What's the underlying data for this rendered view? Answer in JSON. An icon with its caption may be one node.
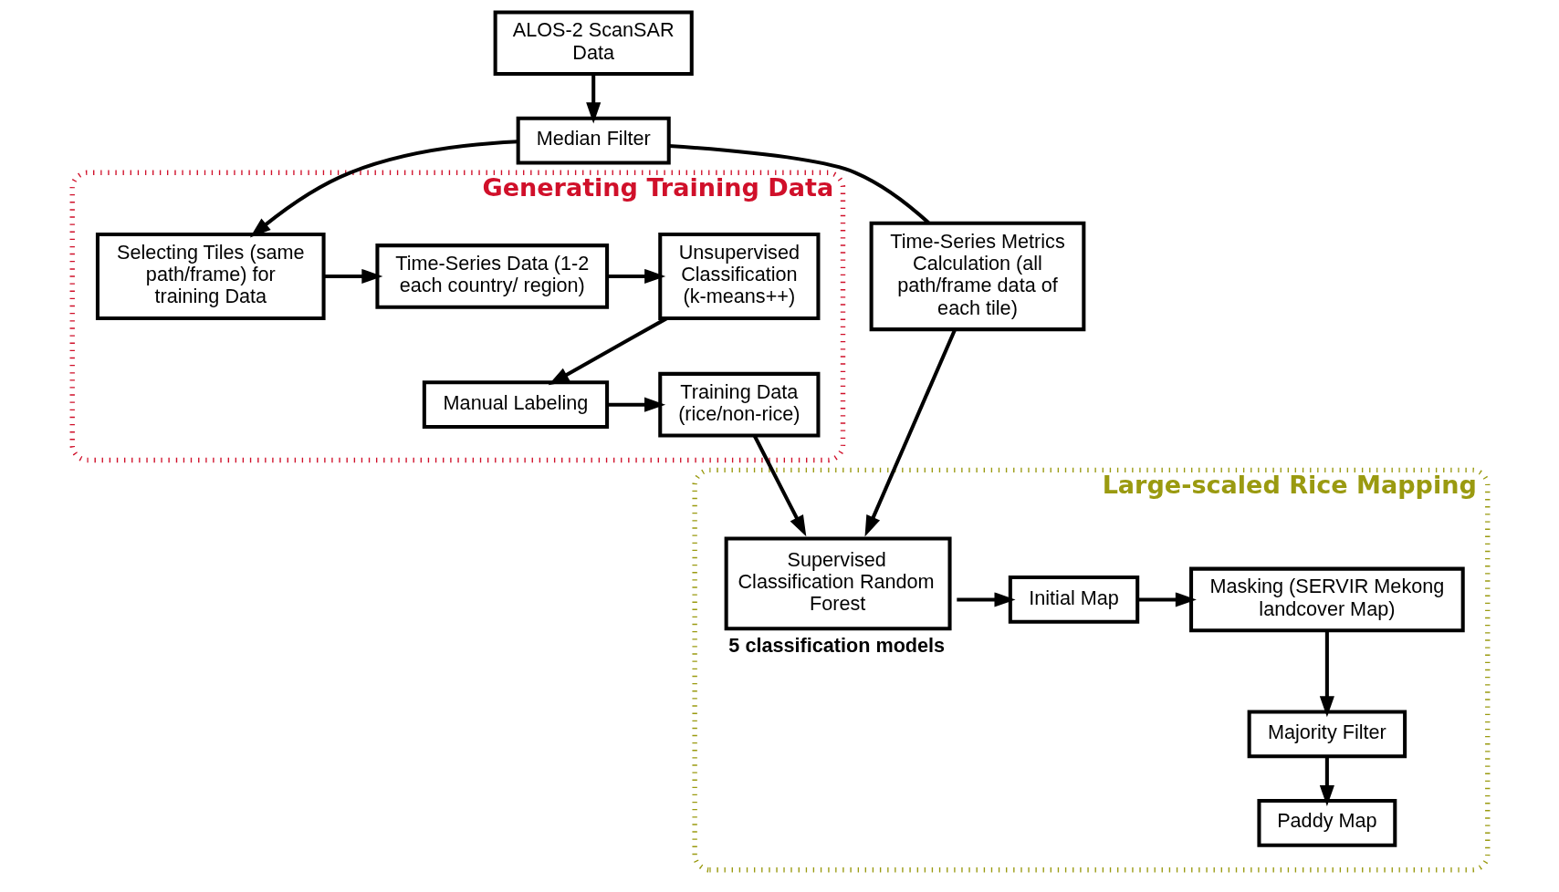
{
  "diagram": {
    "nodes": [
      {
        "text": [
          "ALOS-2 ScanSAR Data"
        ]
      },
      {
        "text": [
          "Median Filter"
        ]
      },
      {
        "text": [
          "Time-Series Metrics Calculation (all path/frame data of each tile)"
        ]
      },
      {
        "text": [
          "Generating Training Data"
        ]
      },
      {
        "text": [
          "Selecting Tiles (same path/frame) for training Data"
        ],
        "in": 3
      },
      {
        "text": [
          "Time-Series Data (1-2 each country/ region)"
        ],
        "in": 3
      },
      {
        "text": [
          "Unsupervised Classification (k-means++)"
        ],
        "in": 3
      },
      {
        "text": [
          "Manual Labeling"
        ],
        "in": 3
      },
      {
        "text": [
          "Training Data (rice/non-rice)"
        ],
        "in": 3
      },
      {
        "text": [
          "Large-scaled Rice Mapping"
        ]
      },
      {
        "text": [
          "Supervised Classification Random Forest"
        ],
        "in": 9,
        "beside": [
          "5 classification models"
        ]
      },
      {
        "text": [
          "Initial Map"
        ],
        "in": 9
      },
      {
        "text": [
          "Masking (SERVIR Mekong landcover Map)"
        ],
        "in": 9
      },
      {
        "text": [
          "Majority Filter"
        ],
        "in": 9
      },
      {
        "text": [
          "Paddy Map"
        ],
        "in": 9
      }
    ],
    "edges": [
      {
        "from": 0,
        "to": 1,
        "arrow": "to"
      },
      {
        "from": 1,
        "to": 4,
        "arrow": "to"
      },
      {
        "from": 1,
        "to": 2,
        "arrow": "none"
      },
      {
        "from": 2,
        "to": 10,
        "arrow": "to"
      },
      {
        "from": 4,
        "to": 5,
        "arrow": "to"
      },
      {
        "from": 5,
        "to": 6,
        "arrow": "to"
      },
      {
        "from": 6,
        "to": 7,
        "arrow": "to"
      },
      {
        "from": 7,
        "to": 8,
        "arrow": "to"
      },
      {
        "from": 8,
        "to": 10,
        "arrow": "to"
      },
      {
        "from": 10,
        "to": 11,
        "arrow": "to"
      },
      {
        "from": 11,
        "to": 12,
        "arrow": "to"
      },
      {
        "from": 12,
        "to": 13,
        "arrow": "to"
      },
      {
        "from": 13,
        "to": 14,
        "arrow": "to"
      }
    ]
  }
}
